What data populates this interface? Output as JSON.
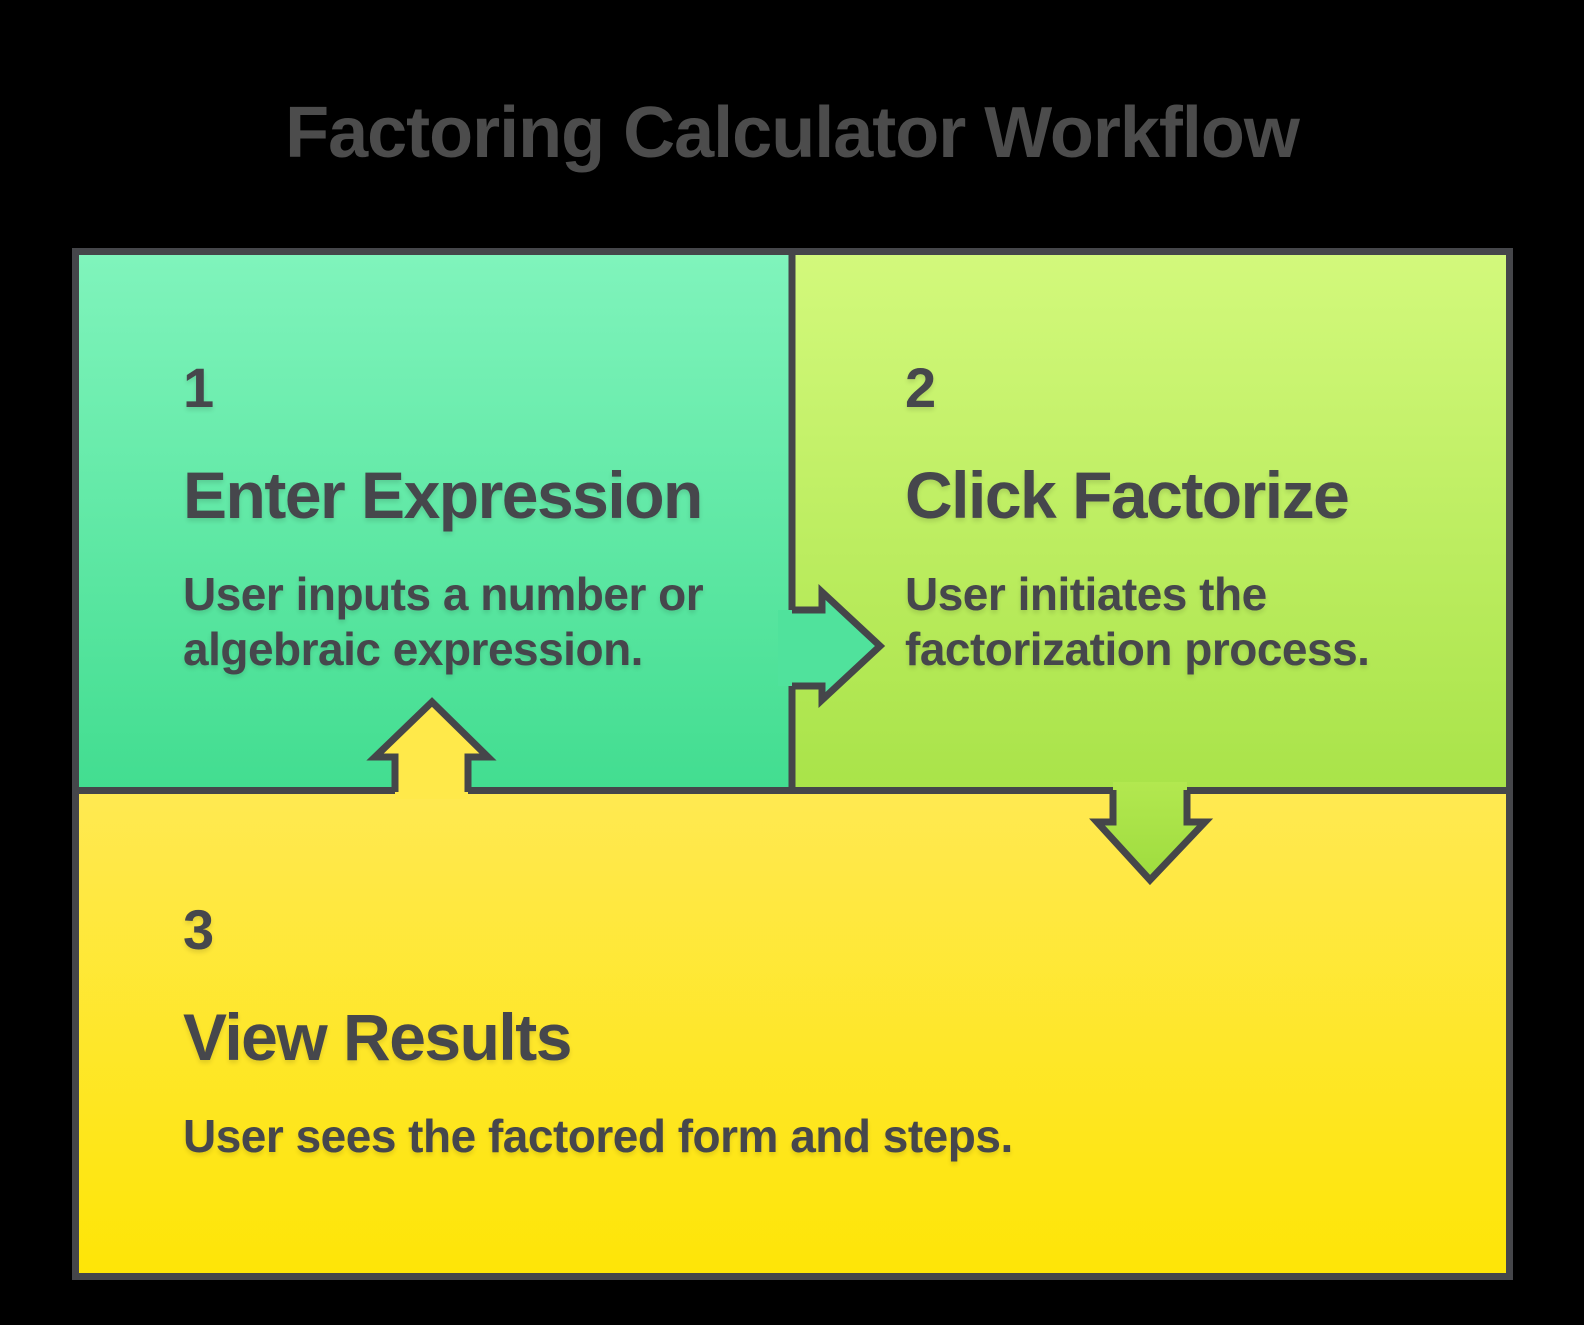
{
  "title": "Factoring Calculator Workflow",
  "steps": [
    {
      "number": "1",
      "heading": "Enter Expression",
      "desc_lines": [
        "User inputs a number or",
        "algebraic expression."
      ]
    },
    {
      "number": "2",
      "heading": "Click Factorize",
      "desc_lines": [
        "User initiates the",
        "factorization process."
      ]
    },
    {
      "number": "3",
      "heading": "View Results",
      "desc_lines": [
        "User sees the factored form and steps."
      ]
    }
  ],
  "connectors": [
    {
      "name": "step1-to-step2",
      "direction": "right"
    },
    {
      "name": "step2-to-step3",
      "direction": "down"
    },
    {
      "name": "step3-to-step1",
      "direction": "up"
    }
  ],
  "colors": {
    "bg": "#000000",
    "title-text": "#4c4c4c",
    "step-text": "#46474c",
    "border": "#45464a",
    "box1-top": "#80f4bc",
    "box1-bottom": "#42dd90",
    "box2-top": "#d3f97c",
    "box2-bottom": "#a9e349",
    "box3-top": "#ffe952",
    "box3-bottom": "#fee506",
    "arrow-right": "#50e29c",
    "arrow-down-top": "#b3e850",
    "arrow-down-bottom": "#9edc3e",
    "arrow-up": "#ffe94a"
  }
}
